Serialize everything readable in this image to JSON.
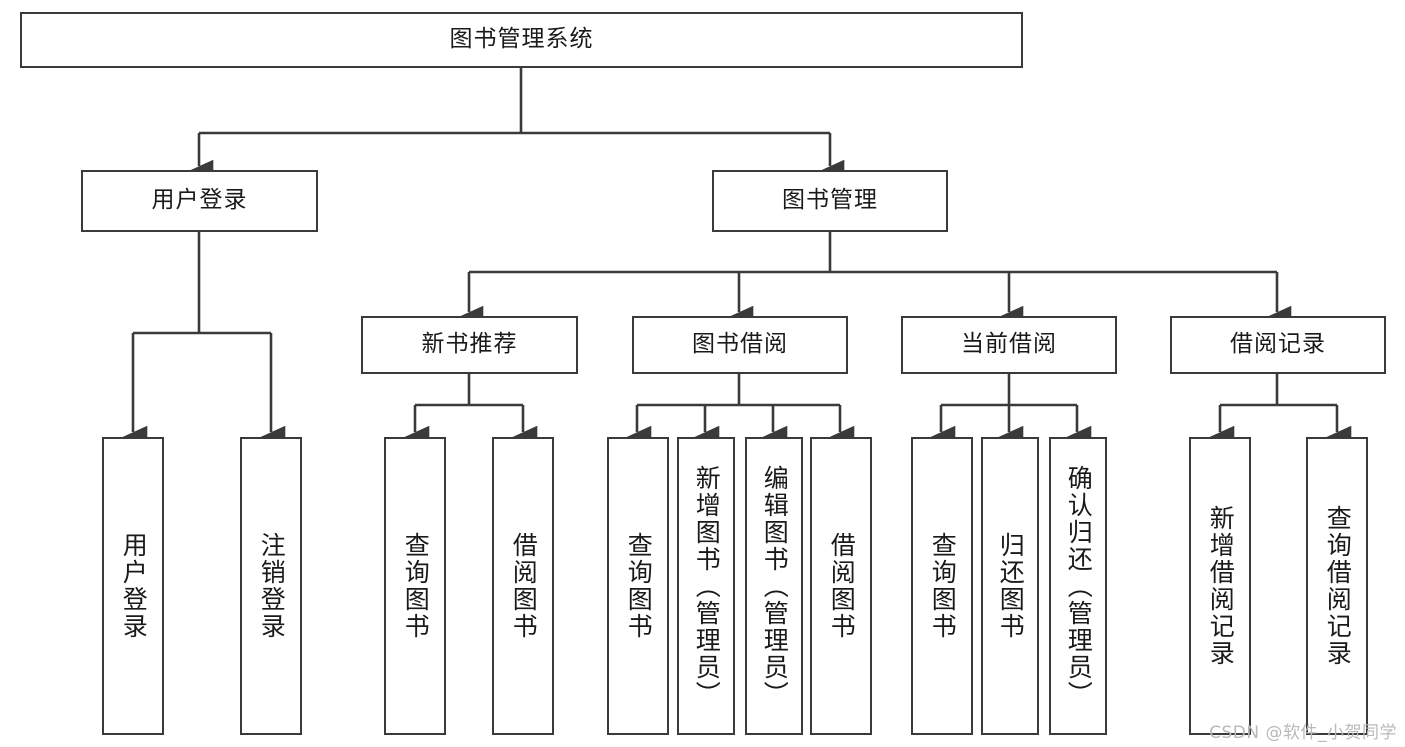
{
  "diagram": {
    "title": "图书管理系统",
    "watermark": "CSDN @软件_小贺同学",
    "type": "tree-hierarchy-diagram",
    "colors": {
      "box_border": "#3a3a3a",
      "box_fill": "#ffffff",
      "connector": "#3a3a3a",
      "text": "#1a1a1a",
      "watermark": "#b9b9b9",
      "background": "#ffffff"
    },
    "root": {
      "label": "图书管理系统",
      "orientation": "horizontal"
    },
    "level2": [
      {
        "label": "用户登录",
        "orientation": "horizontal"
      },
      {
        "label": "图书管理",
        "orientation": "horizontal"
      }
    ],
    "level3": [
      {
        "label": "新书推荐",
        "orientation": "horizontal"
      },
      {
        "label": "图书借阅",
        "orientation": "horizontal"
      },
      {
        "label": "当前借阅",
        "orientation": "horizontal"
      },
      {
        "label": "借阅记录",
        "orientation": "horizontal"
      }
    ],
    "leaves": {
      "user_login": [
        {
          "label": "用户登录",
          "orientation": "vertical"
        },
        {
          "label": "注销登录",
          "orientation": "vertical"
        }
      ],
      "new_book_recommend": [
        {
          "label": "查询图书",
          "orientation": "vertical"
        },
        {
          "label": "借阅图书",
          "orientation": "vertical"
        }
      ],
      "book_borrow": [
        {
          "label": "查询图书",
          "orientation": "vertical"
        },
        {
          "label": "新增图书（管理员）",
          "orientation": "vertical"
        },
        {
          "label": "编辑图书（管理员）",
          "orientation": "vertical"
        },
        {
          "label": "借阅图书",
          "orientation": "vertical"
        }
      ],
      "current_borrow": [
        {
          "label": "查询图书",
          "orientation": "vertical"
        },
        {
          "label": "归还图书",
          "orientation": "vertical"
        },
        {
          "label": "确认归还（管理员）",
          "orientation": "vertical"
        }
      ],
      "borrow_record": [
        {
          "label": "新增借阅记录",
          "orientation": "vertical"
        },
        {
          "label": "查询借阅记录",
          "orientation": "vertical"
        }
      ]
    }
  }
}
